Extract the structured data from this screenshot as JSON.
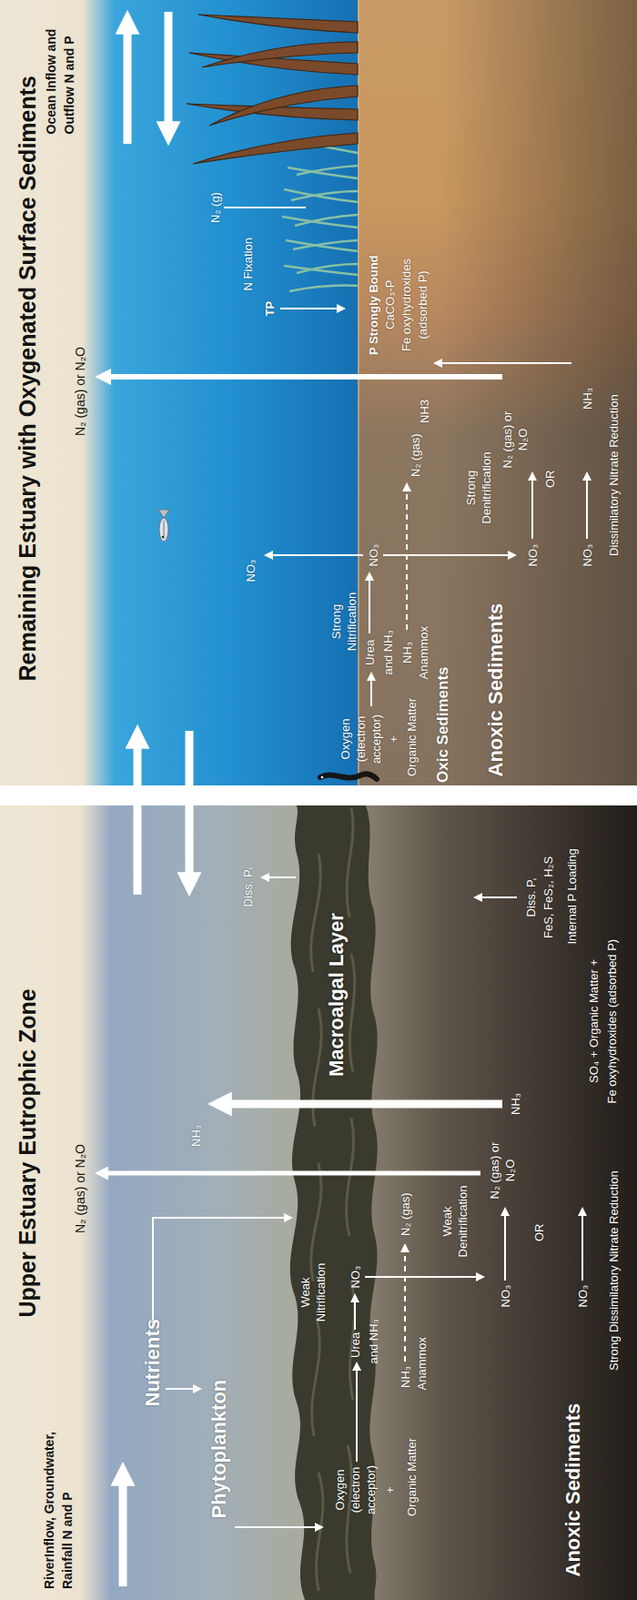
{
  "diagram": {
    "nodes": [
      {
        "text": [
          "Upper Estuary Eutrophic Zone"
        ]
      },
      {
        "text": [
          "Macroalgal Layer"
        ],
        "in": 0
      },
      {
        "text": [
          "Remaining Estuary with Oxygenated Surface Sediments"
        ]
      }
    ],
    "labels": [
      "RiverInflow, Groundwater, Rainfall N and P",
      "Nutrients",
      "Phytoplankton",
      "Oxygen (electron acceptor)",
      "+",
      "Organic Matter",
      "Urea",
      "and NH₃",
      "Weak Nitrification",
      "NO₃",
      "NH₃",
      "Anammox",
      "N₂ (gas)",
      "Weak Denitrification",
      "NO₃",
      "N₂ (gas) or N₂O",
      "OR",
      "NO₃",
      "Strong Dissimilatory Nitrate Reduction",
      "Anoxic Sediments",
      "N₂ (gas) or N₂O",
      "NH₃",
      "NH₃",
      "Diss. Pᵢ",
      "Diss. P,",
      "FeS, FeS₂, H₂S",
      "SO₄ + Organic Matter +",
      "Fe oxyhydroxides (adsorbed P)",
      "Internal P Loading",
      "Ocean Inflow and Outflow N and P",
      "N₂ (g)",
      "N Fixation",
      "TP",
      "P Strongly Bound",
      "CaCO₃-P",
      "Fe oxyhydroxides",
      "(adsorbed P)",
      "NH3",
      "NH₃",
      "N₂ (gas) or N₂O",
      "N₂ (gas) or N₂O",
      "Strong Denitrification",
      "NO₃",
      "OR",
      "NO₃",
      "Dissimilatory Nitrate Reduction",
      "N₂ (gas)",
      "NO₃",
      "Strong Nitrification",
      "NO₃",
      "Urea",
      "and NH₃",
      "NH₃",
      "Anammox",
      "Oxygen (electron acceptor)",
      "+",
      "Organic Matter",
      "Oxic Sediments",
      "Anoxic Sediments"
    ]
  }
}
